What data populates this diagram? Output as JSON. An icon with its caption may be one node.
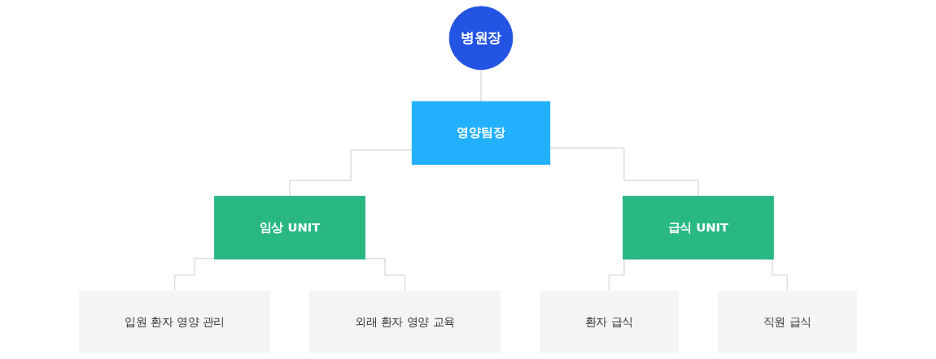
{
  "diagram": {
    "nodes": [
      {
        "text": [
          "병원장"
        ]
      },
      {
        "text": [
          "영양팀장"
        ]
      },
      {
        "text": [
          "임상 UNIT"
        ]
      },
      {
        "text": [
          "급식 UNIT"
        ]
      },
      {
        "text": [
          "입원 환자 영양 관리"
        ]
      },
      {
        "text": [
          "외래 환자 영양 교육"
        ]
      },
      {
        "text": [
          "환자 급식"
        ]
      },
      {
        "text": [
          "직원 급식"
        ]
      }
    ],
    "edges": [
      {
        "from": 0,
        "to": 1,
        "arrow": "none"
      },
      {
        "from": 1,
        "to": 2,
        "arrow": "none"
      },
      {
        "from": 1,
        "to": 3,
        "arrow": "none"
      },
      {
        "from": 2,
        "to": 4,
        "arrow": "none"
      },
      {
        "from": 2,
        "to": 5,
        "arrow": "none"
      },
      {
        "from": 3,
        "to": 6,
        "arrow": "none"
      },
      {
        "from": 3,
        "to": 7,
        "arrow": "none"
      }
    ]
  }
}
